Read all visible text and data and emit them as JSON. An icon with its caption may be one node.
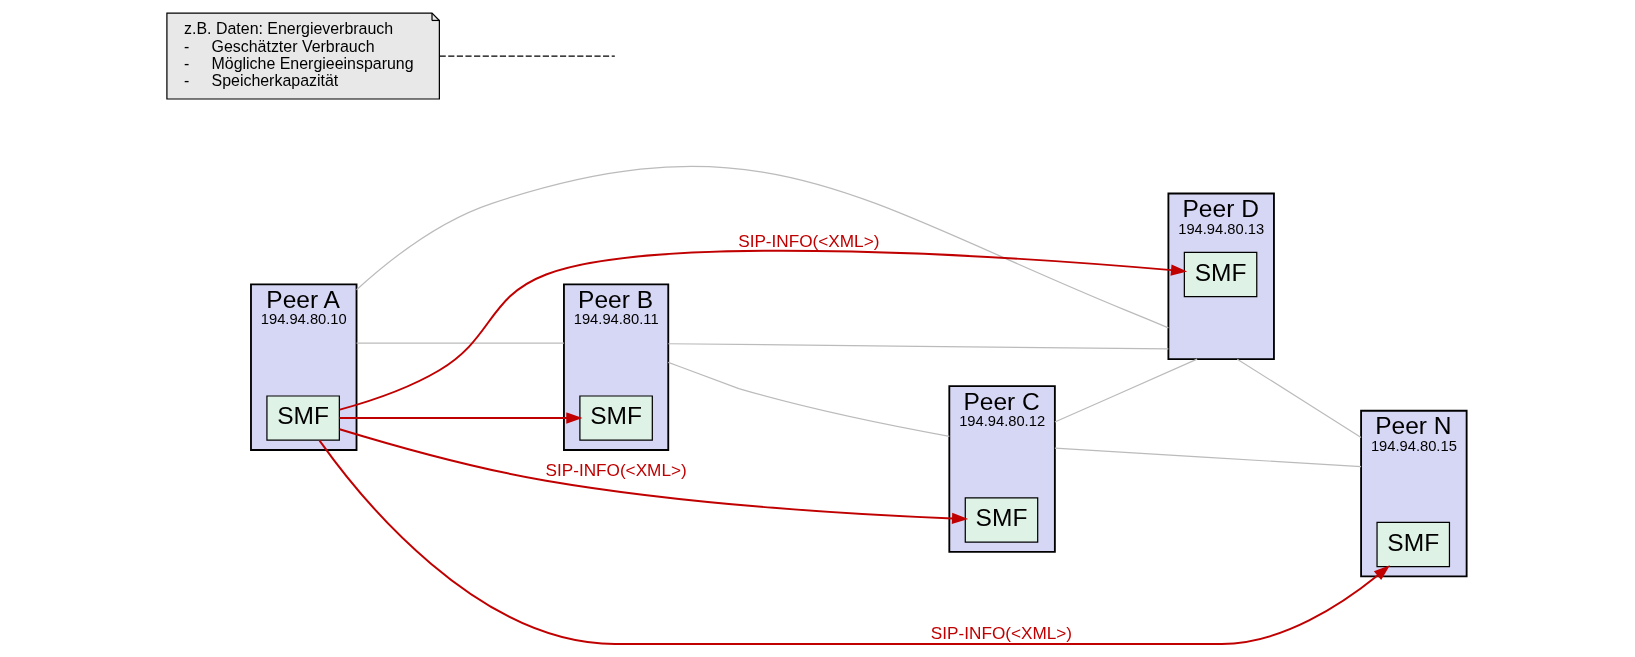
{
  "diagram": {
    "nodes": [
      {
        "text": [
          "Peer A",
          "194.94.80.10"
        ]
      },
      {
        "text": [
          "SMF"
        ],
        "in": 0
      },
      {
        "text": [
          "Peer B",
          "194.94.80.11"
        ]
      },
      {
        "text": [
          "SMF"
        ],
        "in": 2
      },
      {
        "text": [
          "Peer C",
          "194.94.80.12"
        ]
      },
      {
        "text": [
          "SMF"
        ],
        "in": 4
      },
      {
        "text": [
          "Peer D",
          "194.94.80.13"
        ]
      },
      {
        "text": [
          "SMF"
        ],
        "in": 6
      },
      {
        "text": [
          "Peer N",
          "194.94.80.15"
        ]
      },
      {
        "text": [
          "SMF"
        ],
        "in": 8
      },
      {
        "text": [
          "z.B. Daten: Energieverbrauch",
          "-     Geschätzter Verbrauch",
          "-     Mögliche Energieeinsparung",
          "-     Speicherkapazität"
        ]
      }
    ],
    "edges": [
      {
        "from": 0,
        "to": 2,
        "arrow": "none"
      },
      {
        "from": 0,
        "to": 6,
        "arrow": "none"
      },
      {
        "from": 2,
        "to": 4,
        "arrow": "none"
      },
      {
        "from": 2,
        "to": 6,
        "arrow": "none"
      },
      {
        "from": 4,
        "to": 6,
        "arrow": "none"
      },
      {
        "from": 4,
        "to": 8,
        "arrow": "none"
      },
      {
        "from": 6,
        "to": 8,
        "arrow": "none"
      },
      {
        "from": 1,
        "to": 3,
        "arrow": "to",
        "color": "#c00000"
      },
      {
        "from": 1,
        "to": 5,
        "arrow": "to",
        "label": "SIP-INFO(<XML>)",
        "color": "#c00000"
      },
      {
        "from": 1,
        "to": 7,
        "arrow": "to",
        "label": "SIP-INFO(<XML>)",
        "color": "#c00000"
      },
      {
        "from": 1,
        "to": 9,
        "arrow": "to",
        "label": "SIP-INFO(<XML>)",
        "color": "#c00000"
      },
      {
        "from": 10,
        "to": null,
        "arrow": "none",
        "style": "dashed",
        "color": "#000000"
      }
    ]
  }
}
